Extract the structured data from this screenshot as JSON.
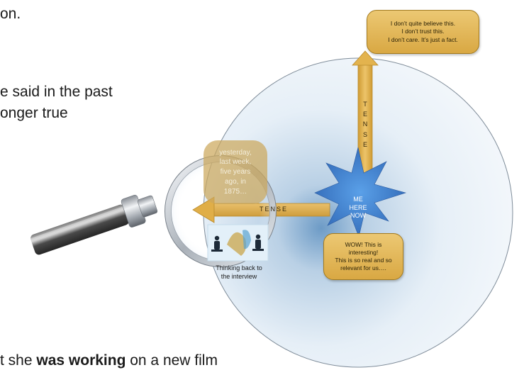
{
  "slide": {
    "text_top": "on.",
    "text_mid_1": "e said in the past",
    "text_mid_2": "onger true",
    "text_bottom_plain": "t she ",
    "text_bottom_bold": "was working",
    "text_bottom_end": " on a new film"
  },
  "diagram": {
    "top_card": [
      "I don’t quite believe this.",
      "I don’t trust this.",
      "I don’t care. It’s just a fact."
    ],
    "tense_vertical": [
      "T",
      "E",
      "N",
      "S",
      "E"
    ],
    "tense_horizontal": "TENSE",
    "center_label": [
      "ME",
      "HERE",
      "NOW"
    ],
    "present_card": [
      "WOW! This is",
      "interesting!",
      "This is so real and so",
      "relevant for us…."
    ],
    "past_card": [
      "yesterday,",
      "last week,",
      "five years",
      "ago, in",
      "1875…"
    ],
    "photo_caption": [
      "Thinking back to",
      "the interview"
    ]
  },
  "colors": {
    "arrow_gold": "#e2b24a",
    "card_gold": "#dfae4c",
    "star_blue": "#3a78c8",
    "sphere_light": "#e9f2f9",
    "sphere_dark": "#8fb4d3"
  },
  "icons": {
    "magnifier": "magnifying-glass-icon"
  }
}
